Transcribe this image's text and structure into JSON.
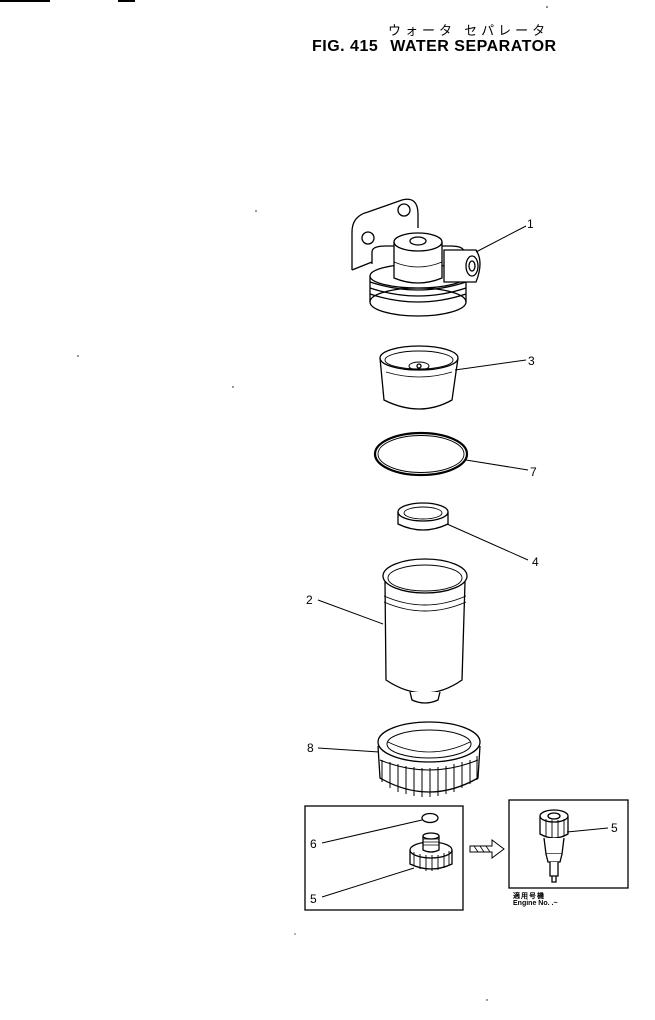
{
  "header": {
    "title_jp": "ウォータ セパレータ",
    "fig_label": "FIG. 415",
    "title_en": "WATER SEPARATOR"
  },
  "callouts": {
    "p1": "1",
    "p2": "2",
    "p3": "3",
    "p4": "4",
    "p5a": "5",
    "p5b": "5",
    "p6": "6",
    "p7": "7",
    "p8": "8"
  },
  "inset": {
    "serial_jp": "適用号機",
    "serial_en": "Engine No. .~"
  },
  "colors": {
    "ink": "#000000",
    "paper": "#ffffff"
  }
}
